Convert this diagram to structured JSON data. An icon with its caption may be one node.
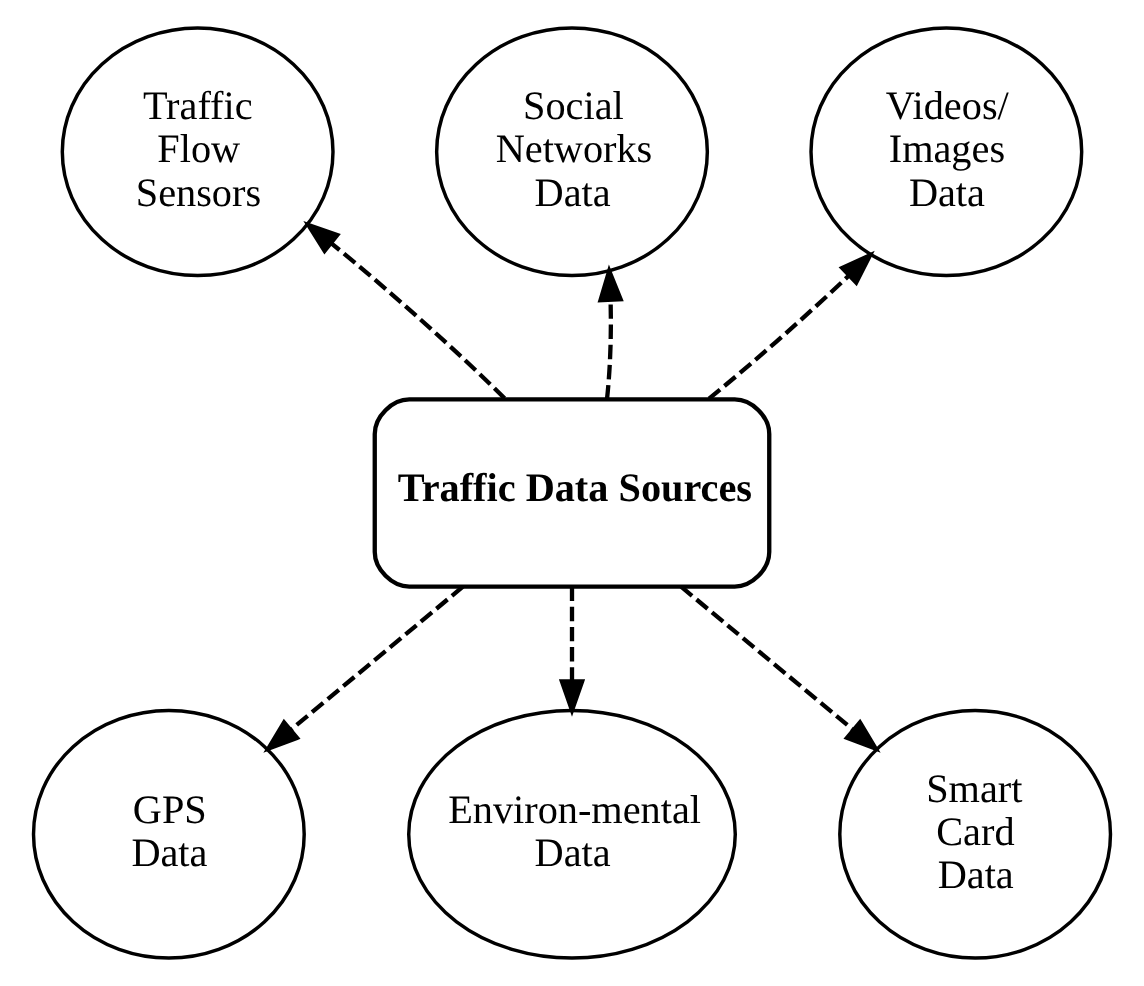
{
  "diagram": {
    "nodes": [
      {
        "text": [
          "Traffic Data Sources"
        ]
      },
      {
        "text": [
          "Traffic Flow Sensors"
        ]
      },
      {
        "text": [
          "Social Networks Data"
        ]
      },
      {
        "text": [
          "Videos/ Images Data"
        ]
      },
      {
        "text": [
          "GPS Data"
        ]
      },
      {
        "text": [
          "Environ-mental Data"
        ]
      },
      {
        "text": [
          "Smart Card Data"
        ]
      }
    ],
    "edges": [
      {
        "from": 0,
        "to": 1,
        "arrow": "to",
        "style": "dashed"
      },
      {
        "from": 0,
        "to": 2,
        "arrow": "to",
        "style": "dashed"
      },
      {
        "from": 0,
        "to": 3,
        "arrow": "to",
        "style": "dashed"
      },
      {
        "from": 0,
        "to": 4,
        "arrow": "to",
        "style": "dashed"
      },
      {
        "from": 0,
        "to": 5,
        "arrow": "to",
        "style": "dashed"
      },
      {
        "from": 0,
        "to": 6,
        "arrow": "to",
        "style": "dashed"
      }
    ]
  }
}
